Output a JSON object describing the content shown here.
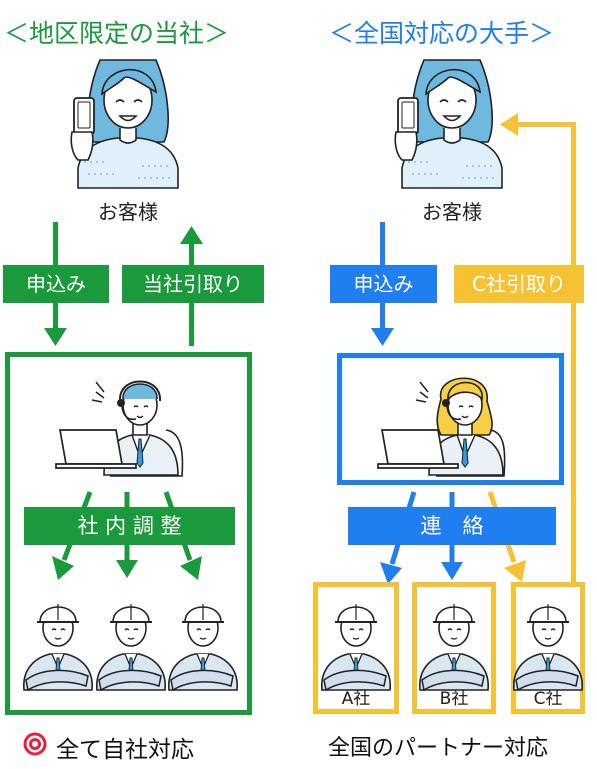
{
  "left": {
    "heading": "＜地区限定の当社＞",
    "customer": "お客様",
    "apply": "申込み",
    "pickup": "当社引取り",
    "coordinate": "社 内 調 整",
    "footer_mark": "◎",
    "footer": "全て自社対応"
  },
  "right": {
    "heading": "＜全国対応の大手＞",
    "customer": "お客様",
    "apply": "申込み",
    "pickup": "C社引取り",
    "contact": "連　絡",
    "companies": [
      "A社",
      "B社",
      "C社"
    ],
    "footer": "全国のパートナー対応"
  },
  "colors": {
    "green": "#1a9a3c",
    "blue": "#1f7ef0",
    "yellow": "#f5c234",
    "red": "#e8213a",
    "skin_blue": "#6fb8de",
    "hair_yellow": "#f7cf44"
  },
  "icons": [
    "smartphone-icon",
    "headset-icon",
    "laptop-icon",
    "hard-hat-icon"
  ]
}
